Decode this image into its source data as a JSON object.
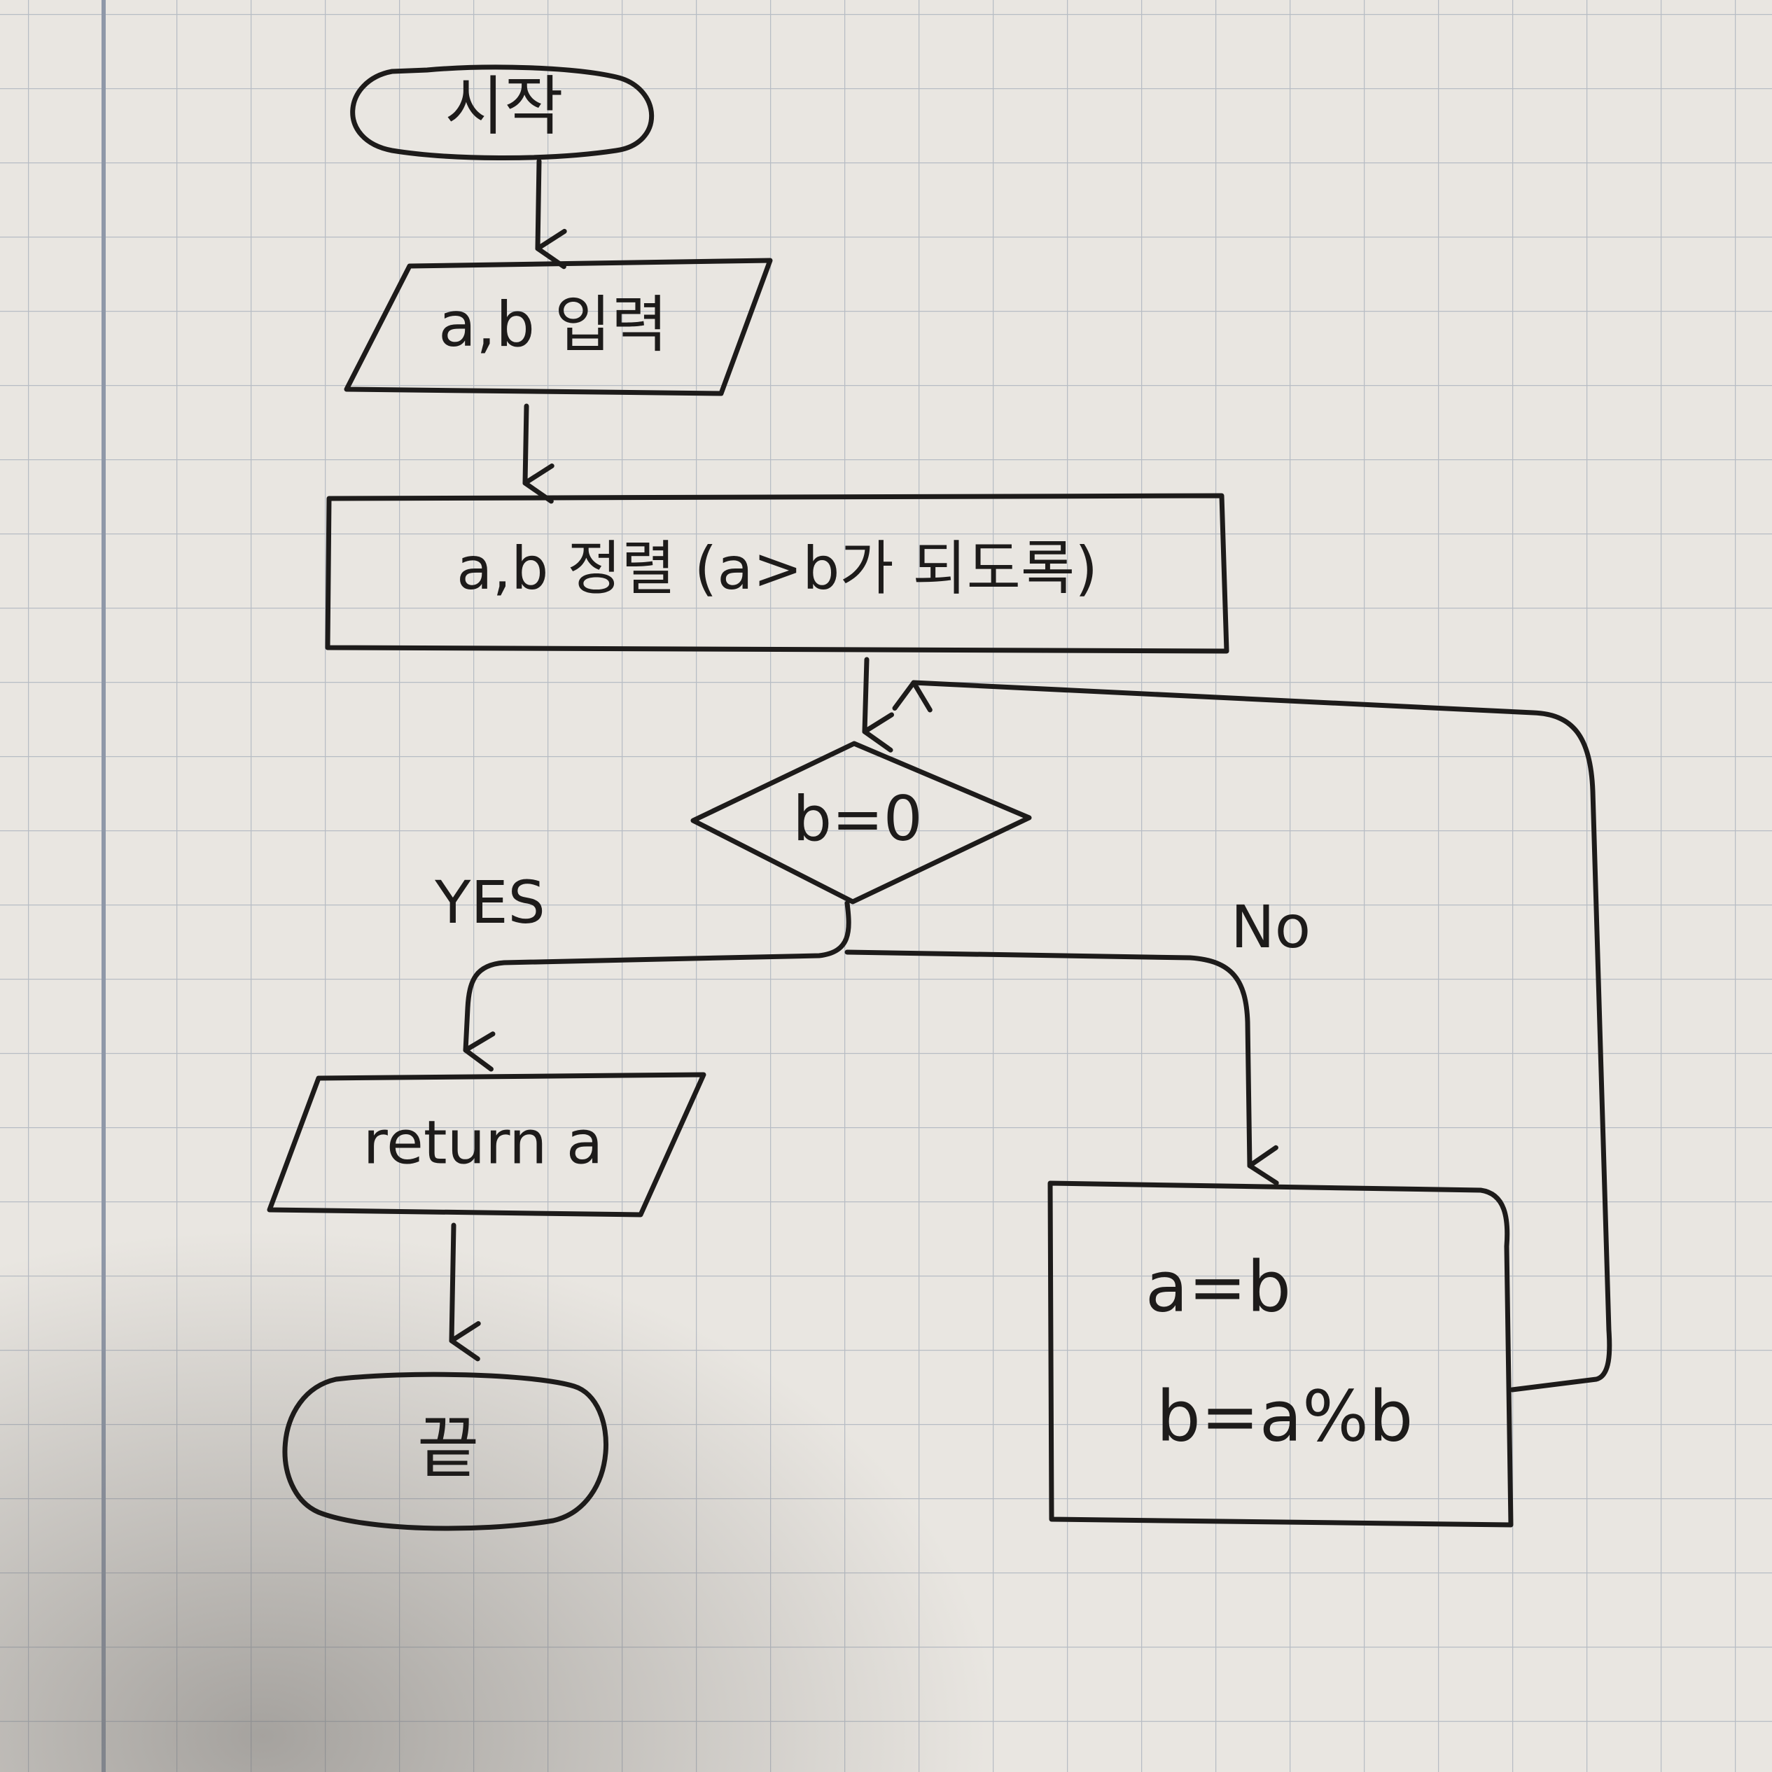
{
  "diagram": {
    "nodes": {
      "start": {
        "shape": "terminator",
        "label": "시작"
      },
      "input": {
        "shape": "parallelogram",
        "label": "a,b 입력"
      },
      "sort": {
        "shape": "process",
        "label": "a,b 정렬 (a>b가 되도록)"
      },
      "decision": {
        "shape": "decision",
        "label": "b=0"
      },
      "output": {
        "shape": "parallelogram",
        "label": "return a"
      },
      "end": {
        "shape": "terminator",
        "label": "끝"
      },
      "update": {
        "shape": "process",
        "lines": [
          "a=b",
          "b=a%b"
        ]
      }
    },
    "edges": {
      "yes": {
        "from": "decision",
        "to": "output",
        "label": "YES"
      },
      "no": {
        "from": "decision",
        "to": "update",
        "label": "No"
      },
      "loop": {
        "from": "update",
        "to": "decision",
        "label": ""
      },
      "start_to_input": {
        "from": "start",
        "to": "input",
        "label": ""
      },
      "input_to_sort": {
        "from": "input",
        "to": "sort",
        "label": ""
      },
      "sort_to_decision": {
        "from": "sort",
        "to": "decision",
        "label": ""
      },
      "output_to_end": {
        "from": "output",
        "to": "end",
        "label": ""
      }
    }
  },
  "colors": {
    "paper": "#e9e6e1",
    "grid": "#b7bcc4",
    "margin_line": "#8f98a8",
    "ink": "#1d1b1a"
  }
}
